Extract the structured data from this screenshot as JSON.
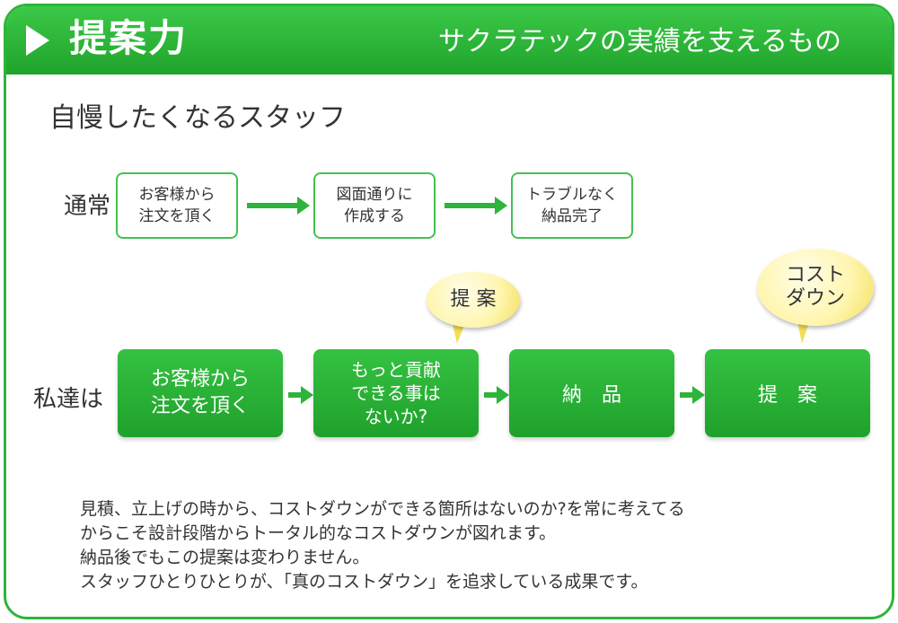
{
  "header": {
    "title": "提案力",
    "subtitle": "サクラテックの実績を支えるもの"
  },
  "section_title": "自慢したくなるスタッフ",
  "normal_flow": {
    "label": "通常",
    "steps": [
      "お客様から\n注文を頂く",
      "図面通りに\n作成する",
      "トラブルなく\n納品完了"
    ]
  },
  "our_flow": {
    "label": "私達は",
    "steps": [
      "お客様から\n注文を頂く",
      "もっと貢献\nできる事は\nないか?",
      "納　品",
      "提　案"
    ],
    "bubbles": [
      "提 案",
      "コスト\nダウン"
    ]
  },
  "description": [
    "見積、立上げの時から、コストダウンができる箇所はないのか?を常に考えてる",
    "からこそ設計段階からトータル的なコストダウンが図れます。",
    "納品後でもこの提案は変わりません。",
    "スタッフひとりひとりが、「真のコストダウン」を追求している成果です。"
  ],
  "colors": {
    "accent_green": "#2db43a",
    "bubble_yellow": "#fff6b0"
  }
}
